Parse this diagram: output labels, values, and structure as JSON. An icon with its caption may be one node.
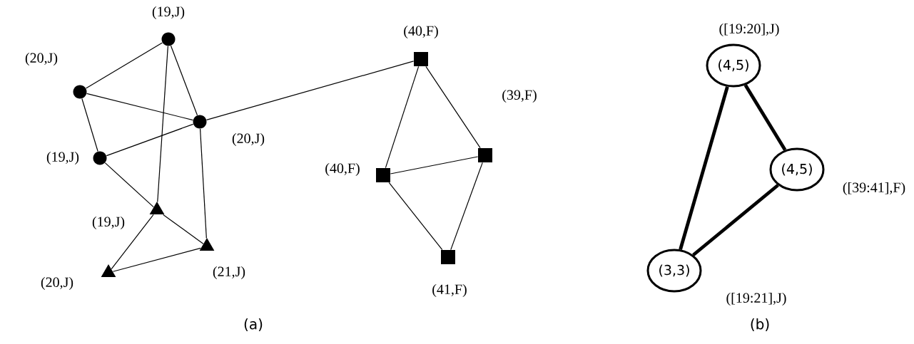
{
  "diagram": {
    "nodes": [
      {
        "text": [],
        "shape": "circle",
        "beside": [
          "(19,J)"
        ]
      },
      {
        "text": [],
        "shape": "circle",
        "beside": [
          "(20,J)"
        ]
      },
      {
        "text": [],
        "shape": "circle",
        "beside": [
          "(20,J)"
        ]
      },
      {
        "text": [],
        "shape": "circle",
        "beside": [
          "(19,J)"
        ]
      },
      {
        "text": [],
        "shape": "triangle",
        "beside": [
          "(19,J)"
        ]
      },
      {
        "text": [],
        "shape": "triangle",
        "beside": [
          "(21,J)"
        ]
      },
      {
        "text": [],
        "shape": "triangle",
        "beside": [
          "(20,J)"
        ]
      },
      {
        "text": [],
        "shape": "box",
        "beside": [
          "(40,F)"
        ]
      },
      {
        "text": [],
        "shape": "box",
        "beside": [
          "(39,F)"
        ]
      },
      {
        "text": [],
        "shape": "box",
        "beside": [
          "(40,F)"
        ]
      },
      {
        "text": [],
        "shape": "box",
        "beside": [
          "(41,F)"
        ]
      },
      {
        "text": [
          "(4,5)"
        ],
        "beside": [
          "([19:20],J)"
        ]
      },
      {
        "text": [
          "(4,5)"
        ],
        "beside": [
          "([39:41],F)"
        ]
      },
      {
        "text": [
          "(3,3)"
        ],
        "beside": [
          "([19:21],J)"
        ]
      }
    ],
    "edges": [
      {
        "from": 0,
        "to": 1,
        "arrow": "none"
      },
      {
        "from": 0,
        "to": 2,
        "arrow": "none"
      },
      {
        "from": 0,
        "to": 4,
        "arrow": "none"
      },
      {
        "from": 1,
        "to": 2,
        "arrow": "none"
      },
      {
        "from": 1,
        "to": 3,
        "arrow": "none"
      },
      {
        "from": 3,
        "to": 2,
        "arrow": "none"
      },
      {
        "from": 3,
        "to": 4,
        "arrow": "none"
      },
      {
        "from": 2,
        "to": 5,
        "arrow": "none"
      },
      {
        "from": 4,
        "to": 5,
        "arrow": "none"
      },
      {
        "from": 4,
        "to": 6,
        "arrow": "none"
      },
      {
        "from": 6,
        "to": 5,
        "arrow": "none"
      },
      {
        "from": 2,
        "to": 7,
        "arrow": "none"
      },
      {
        "from": 7,
        "to": 9,
        "arrow": "none"
      },
      {
        "from": 7,
        "to": 8,
        "arrow": "none"
      },
      {
        "from": 9,
        "to": 8,
        "arrow": "none"
      },
      {
        "from": 9,
        "to": 10,
        "arrow": "none"
      },
      {
        "from": 8,
        "to": 10,
        "arrow": "none"
      },
      {
        "from": 11,
        "to": 12,
        "arrow": "none",
        "style": "thick"
      },
      {
        "from": 11,
        "to": 13,
        "arrow": "none",
        "style": "thick"
      },
      {
        "from": 12,
        "to": 13,
        "arrow": "none",
        "style": "thick"
      }
    ],
    "labels": [
      "(a)",
      "(b)"
    ]
  }
}
